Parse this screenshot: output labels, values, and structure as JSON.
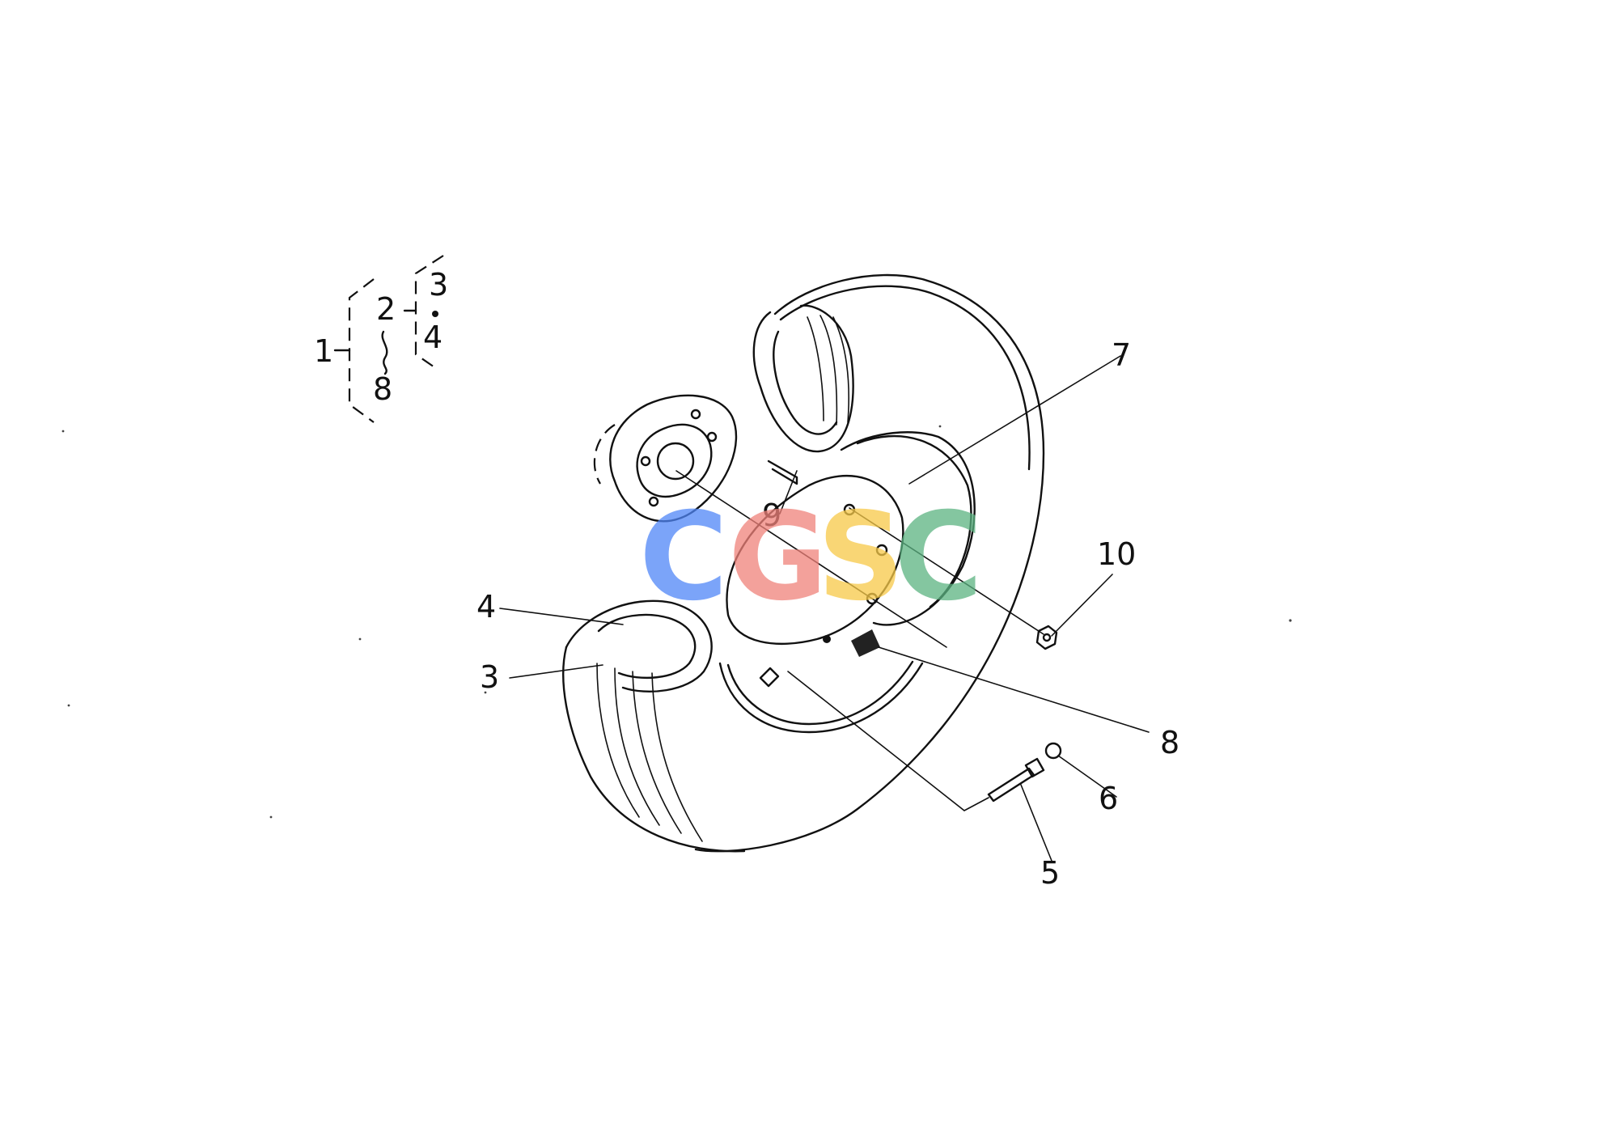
{
  "callouts": {
    "c1": "1",
    "c2": "2",
    "c3": "3",
    "c4": "4",
    "c5": "5",
    "c6": "6",
    "c7": "7",
    "c8": "8",
    "c9": "9",
    "c10": "10"
  },
  "legend": {
    "top_label": "1",
    "group_first": "2",
    "group_last": "8",
    "sub_first": "3",
    "sub_last": "4"
  },
  "watermark": {
    "letters": [
      "C",
      "G",
      "S",
      "C"
    ],
    "colors": [
      "#4f86f7",
      "#f0827a",
      "#f7c948",
      "#5bb381"
    ]
  }
}
